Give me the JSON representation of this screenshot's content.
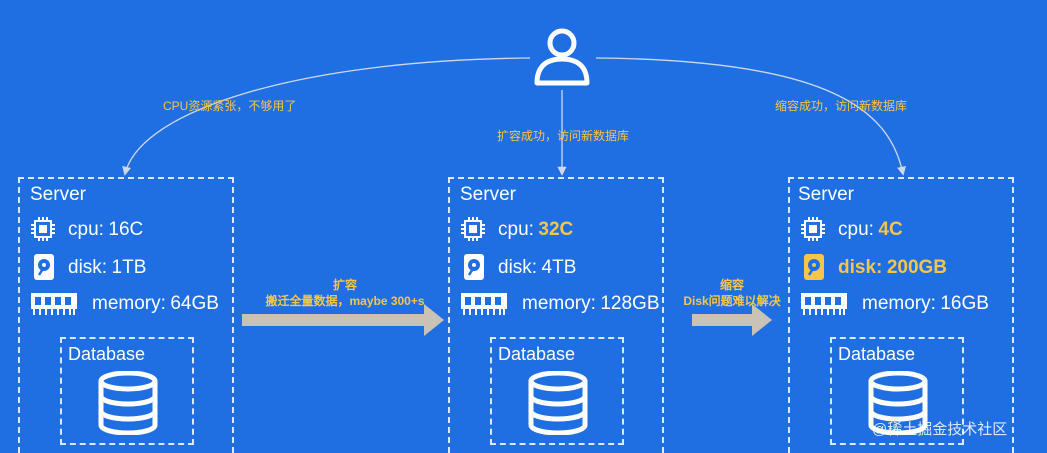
{
  "user": {
    "icon": "user-icon"
  },
  "links": {
    "left": "CPU资源紧张，不够用了",
    "middle": "扩容成功，访问新数据库",
    "right": "缩容成功，访问新数据库"
  },
  "transitions": {
    "scale_up": {
      "title": "扩容",
      "detail": "搬迁全量数据，maybe 300+s"
    },
    "scale_down": {
      "title": "缩容",
      "detail": "Disk问题难以解决"
    }
  },
  "servers": [
    {
      "title": "Server",
      "cpu_label": "cpu:",
      "cpu_value": "16C",
      "cpu_highlight": false,
      "disk_label": "disk:",
      "disk_value": "1TB",
      "disk_highlight": false,
      "memory_label": "memory:",
      "memory_value": "64GB",
      "db_title": "Database"
    },
    {
      "title": "Server",
      "cpu_label": "cpu:",
      "cpu_value": "32C",
      "cpu_highlight": true,
      "disk_label": "disk:",
      "disk_value": "4TB",
      "disk_highlight": false,
      "memory_label": "memory:",
      "memory_value": "128GB",
      "db_title": "Database"
    },
    {
      "title": "Server",
      "cpu_label": "cpu:",
      "cpu_value": "4C",
      "cpu_highlight": true,
      "disk_label": "disk:",
      "disk_value": "200GB",
      "disk_highlight": true,
      "memory_label": "memory:",
      "memory_value": "16GB",
      "db_title": "Database"
    }
  ],
  "watermark": "@稀土掘金技术社区",
  "colors": {
    "background": "#1f6fe2",
    "highlight": "#f7c548",
    "arrow": "#c9c3b6",
    "line": "#cfd9e6"
  }
}
